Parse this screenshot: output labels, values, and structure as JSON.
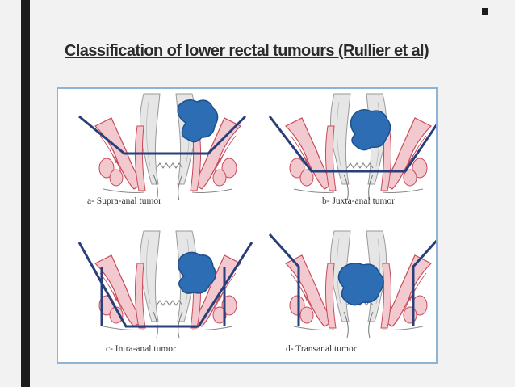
{
  "slide": {
    "title": "Classification of lower rectal tumours (Rullier et al)"
  },
  "figure": {
    "panels": [
      {
        "id": "a",
        "caption": "a-   Supra-anal tumor",
        "plane": "supra"
      },
      {
        "id": "b",
        "caption": "b- Juxta-anal tumor",
        "plane": "juxta"
      },
      {
        "id": "c",
        "caption": "c- Intra-anal tumor",
        "plane": "intra"
      },
      {
        "id": "d",
        "caption": "d-  Transanal tumor",
        "plane": "trans"
      }
    ]
  },
  "colors": {
    "background": "#f2f2f2",
    "accent_bar": "#1c1c1c",
    "frame_border": "#8fb3d6",
    "resection_line": "#2a3f7a",
    "tumor_fill": "#2d6db4",
    "muscle_fill": "#f2c9ce",
    "muscle_stroke": "#c94a5a",
    "mucosa_fill": "#e6e6e6"
  }
}
